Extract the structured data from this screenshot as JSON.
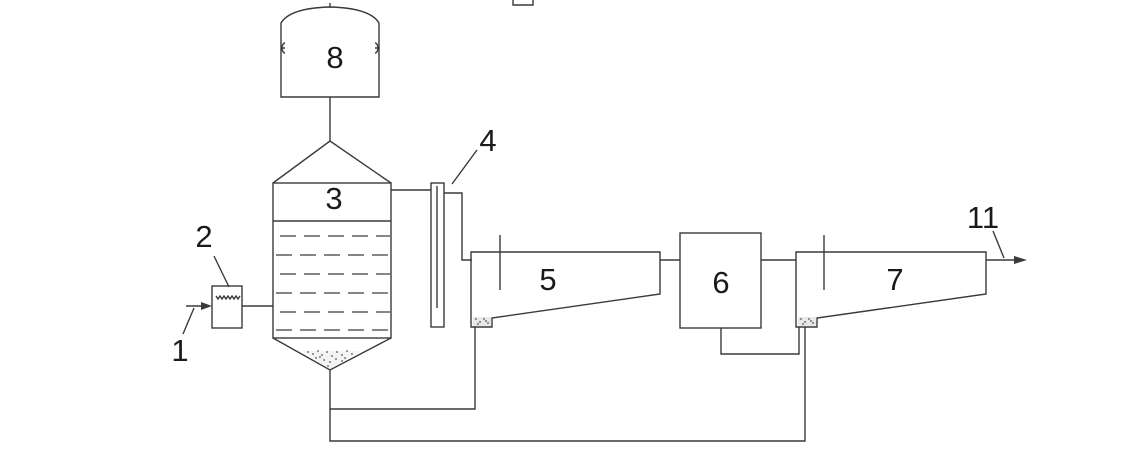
{
  "labels": {
    "l1": "1",
    "l2": "2",
    "l3": "3",
    "l4": "4",
    "l5": "5",
    "l6": "6",
    "l7": "7",
    "l8": "8",
    "l11": "11"
  },
  "colors": {
    "line": "#3a3a3a",
    "background": "#ffffff"
  }
}
